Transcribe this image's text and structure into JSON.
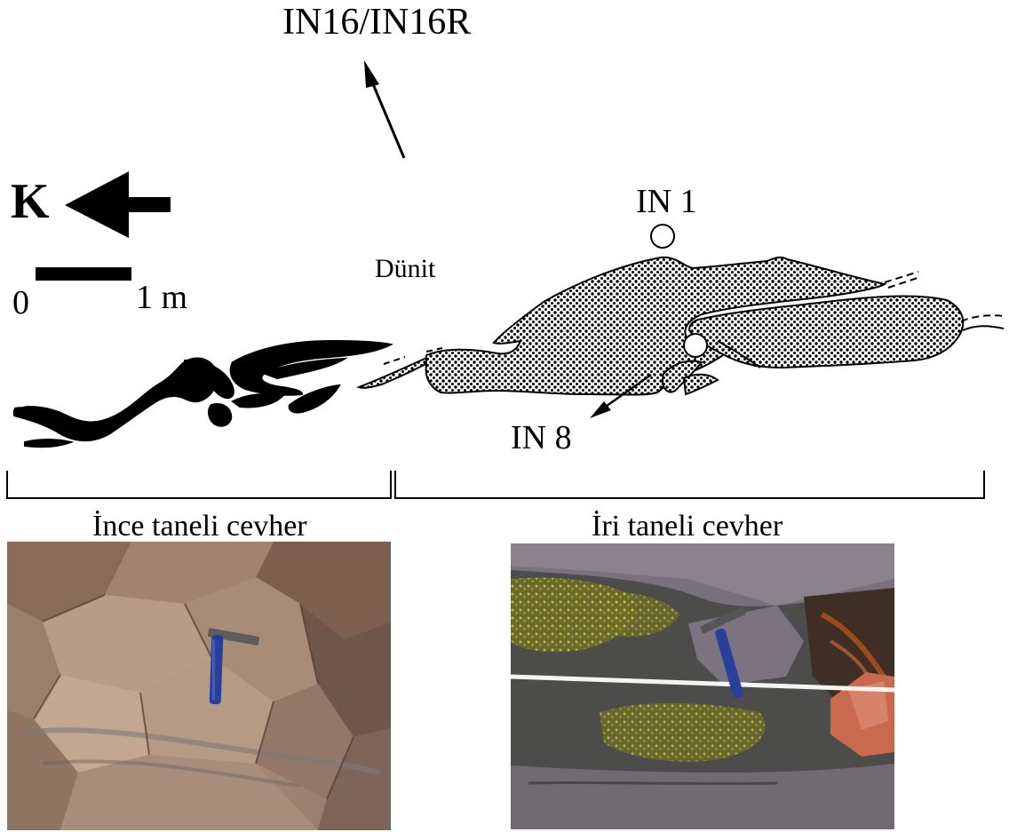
{
  "labels": {
    "sample_in16": "IN16/IN16R",
    "north": "K",
    "sample_in1": "IN 1",
    "host_rock": "Dünit",
    "scale_zero": "0",
    "scale_one": "1 m",
    "sample_in8": "IN 8",
    "fine_ore": "İnce taneli cevher",
    "coarse_ore": "İri taneli cevher"
  },
  "colors": {
    "ink": "#000000",
    "paper": "#ffffff",
    "fine_rock": "#a98a74",
    "coarse_rock": "#6f6670",
    "moss": "#8a8a2c",
    "hammer_handle": "#2a3f9a",
    "tape": "#f4f4f4",
    "red_boulder": "#c96a4e"
  }
}
